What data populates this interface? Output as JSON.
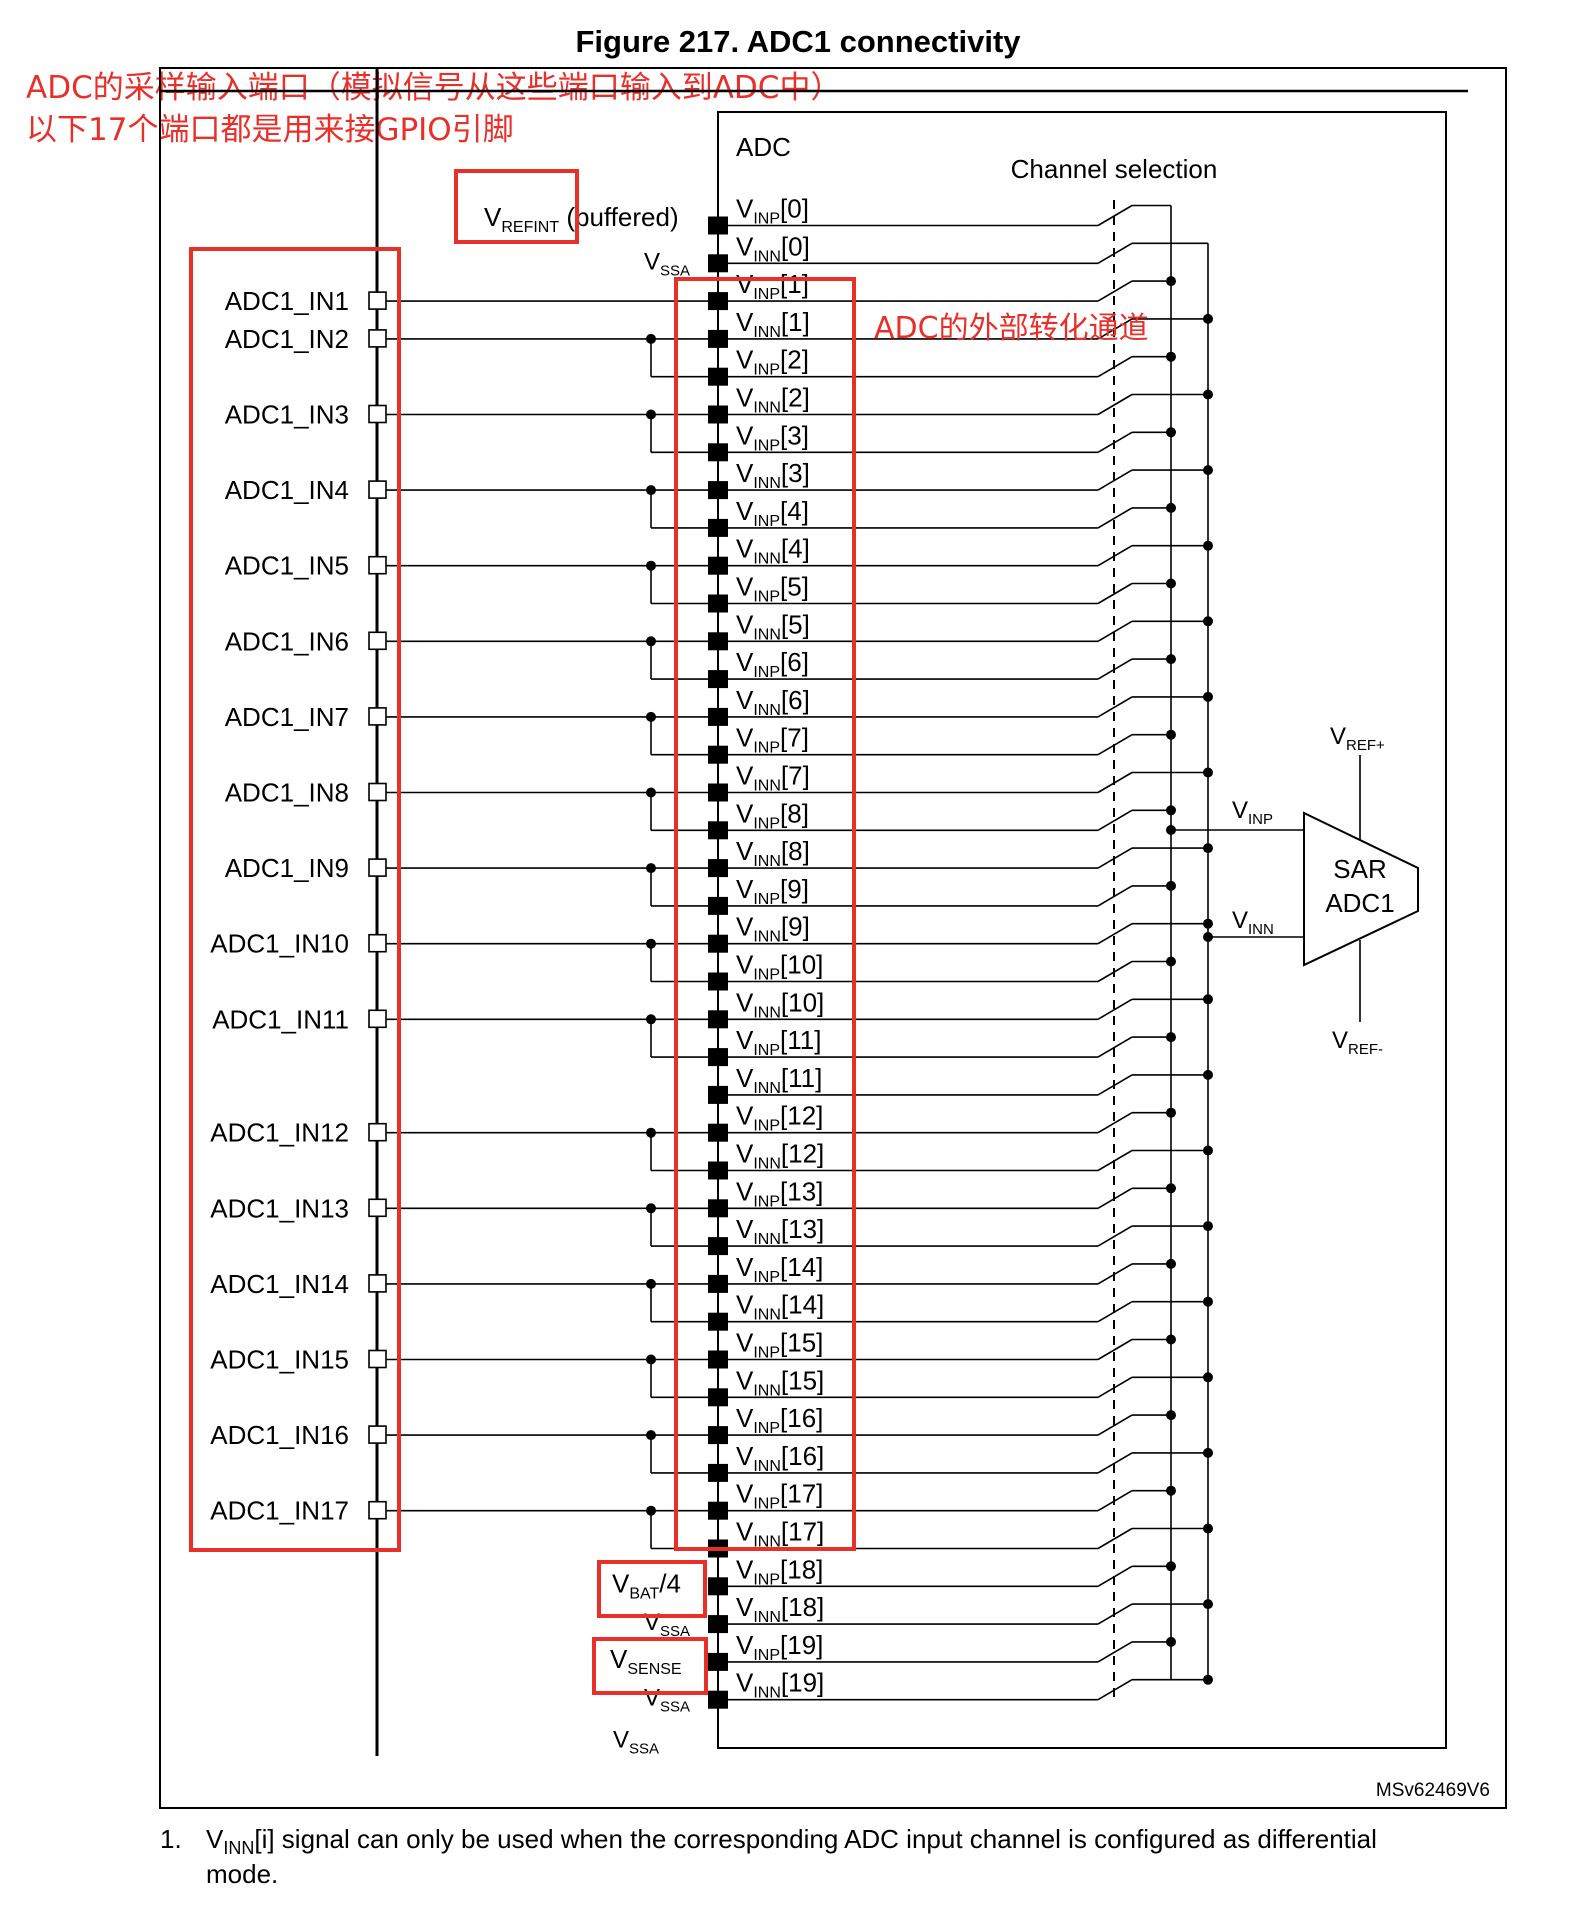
{
  "figure": {
    "title": "Figure 217. ADC1 connectivity",
    "code": "MSv62469V6"
  },
  "annotations": {
    "note_line_1": "ADC的采样输入端口（模拟信号从这些端口输入到ADC中）",
    "note_line_2": "以下17个端口都是用来接GPIO引脚",
    "external_channels": "ADC的外部转化通道",
    "highlight_color": "#e8302b"
  },
  "adc_block": {
    "label": "ADC",
    "channel_selection": "Channel selection",
    "sar_line1": "SAR",
    "sar_line2": "ADC1"
  },
  "ref_labels": {
    "vref_plus": {
      "main": "V",
      "sub": "REF+"
    },
    "vref_minus": {
      "main": "V",
      "sub": "REF-"
    },
    "vinp": {
      "main": "V",
      "sub": "INP"
    },
    "vinn": {
      "main": "V",
      "sub": "INN"
    }
  },
  "pins": [
    "ADC1_IN1",
    "ADC1_IN2",
    "ADC1_IN3",
    "ADC1_IN4",
    "ADC1_IN5",
    "ADC1_IN6",
    "ADC1_IN7",
    "ADC1_IN8",
    "ADC1_IN9",
    "ADC1_IN10",
    "ADC1_IN11",
    "ADC1_IN12",
    "ADC1_IN13",
    "ADC1_IN14",
    "ADC1_IN15",
    "ADC1_IN16",
    "ADC1_IN17"
  ],
  "channels": [
    {
      "sub": "INP",
      "idx": "[0]"
    },
    {
      "sub": "INN",
      "idx": "[0]"
    },
    {
      "sub": "INP",
      "idx": "[1]"
    },
    {
      "sub": "INN",
      "idx": "[1]"
    },
    {
      "sub": "INP",
      "idx": "[2]"
    },
    {
      "sub": "INN",
      "idx": "[2]"
    },
    {
      "sub": "INP",
      "idx": "[3]"
    },
    {
      "sub": "INN",
      "idx": "[3]"
    },
    {
      "sub": "INP",
      "idx": "[4]"
    },
    {
      "sub": "INN",
      "idx": "[4]"
    },
    {
      "sub": "INP",
      "idx": "[5]"
    },
    {
      "sub": "INN",
      "idx": "[5]"
    },
    {
      "sub": "INP",
      "idx": "[6]"
    },
    {
      "sub": "INN",
      "idx": "[6]"
    },
    {
      "sub": "INP",
      "idx": "[7]"
    },
    {
      "sub": "INN",
      "idx": "[7]"
    },
    {
      "sub": "INP",
      "idx": "[8]"
    },
    {
      "sub": "INN",
      "idx": "[8]"
    },
    {
      "sub": "INP",
      "idx": "[9]"
    },
    {
      "sub": "INN",
      "idx": "[9]"
    },
    {
      "sub": "INP",
      "idx": "[10]"
    },
    {
      "sub": "INN",
      "idx": "[10]"
    },
    {
      "sub": "INP",
      "idx": "[11]"
    },
    {
      "sub": "INN",
      "idx": "[11]"
    },
    {
      "sub": "INP",
      "idx": "[12]"
    },
    {
      "sub": "INN",
      "idx": "[12]"
    },
    {
      "sub": "INP",
      "idx": "[13]"
    },
    {
      "sub": "INN",
      "idx": "[13]"
    },
    {
      "sub": "INP",
      "idx": "[14]"
    },
    {
      "sub": "INN",
      "idx": "[14]"
    },
    {
      "sub": "INP",
      "idx": "[15]"
    },
    {
      "sub": "INN",
      "idx": "[15]"
    },
    {
      "sub": "INP",
      "idx": "[16]"
    },
    {
      "sub": "INN",
      "idx": "[16]"
    },
    {
      "sub": "INP",
      "idx": "[17]"
    },
    {
      "sub": "INN",
      "idx": "[17]"
    },
    {
      "sub": "INP",
      "idx": "[18]"
    },
    {
      "sub": "INN",
      "idx": "[18]"
    },
    {
      "sub": "INP",
      "idx": "[19]"
    },
    {
      "sub": "INN",
      "idx": "[19]"
    }
  ],
  "internal_sources": {
    "vrefint": {
      "main": "V",
      "sub": "REFINT",
      "suffix": " (buffered)"
    },
    "vbat": {
      "main": "V",
      "sub": "BAT",
      "suffix": "/4"
    },
    "vsense": {
      "main": "V",
      "sub": "SENSE",
      "suffix": ""
    },
    "vssa": {
      "main": "V",
      "sub": "SSA"
    }
  },
  "footnote": {
    "number": "1.",
    "v": "V",
    "sub": "INN",
    "rest": "[i] signal can only be used when the corresponding ADC input channel is configured as differential mode."
  }
}
